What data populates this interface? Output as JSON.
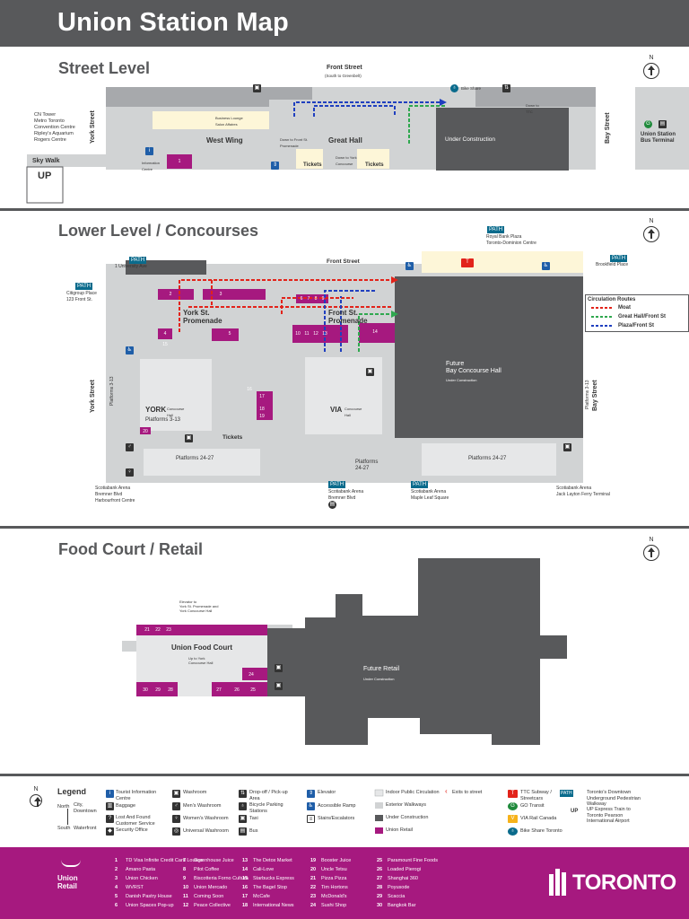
{
  "header": {
    "title": "Union Station Map"
  },
  "sections": {
    "street": "Street Level",
    "lower": "Lower Level / Concourses",
    "food": "Food Court / Retail"
  },
  "north": "N",
  "street": {
    "front_street": "Front Street",
    "front_street_sub": "(South to Greenbelt)",
    "york_street": "York Street",
    "bay_street": "Bay Street",
    "cn_tower": "CN Tower",
    "metro": "Metro Toronto",
    "convention": "Convention Centre",
    "ripleys": "Ripley's Aquarium",
    "rogers": "Rogers Centre",
    "sky_walk": "Sky Walk",
    "west_wing": "West Wing",
    "great_hall": "Great Hall",
    "under_construction": "Under Construction",
    "tickets_1": "Tickets",
    "tickets_2": "Tickets",
    "business_lounge": "Business Lounge\nSalon Affaires",
    "bike_share": "Bike Share",
    "union_station": "Union Station",
    "bus_terminal": "Bus Terminal",
    "information_centre": "Information\nCentre",
    "promenade_label": "Down to Front St.\nPromenade",
    "york_concourse": "Down to York\nConcourse",
    "down_ttc": "Down to\nTTC",
    "up_label": "UP",
    "number_1": "1"
  },
  "lower": {
    "front_street": "Front Street",
    "york_street": "York Street",
    "bay_street": "Bay Street",
    "one_university": "1 University Ave",
    "citigroup": "Citigroup Place\n123 Front St.",
    "royal_bank": "Royal Bank Plaza\nToronto-Dominion Centre",
    "brookfield": "Brookfield Place",
    "york_promenade": "York St.\nPromenade",
    "front_promenade": "Front St.\nPromenade",
    "york": "YORK",
    "york_sub": "Concourse\nHall",
    "via": "VIA",
    "via_sub": "Concourse\nHall",
    "platforms_3_13": "Platforms 3-13",
    "platforms_24_27_a": "Platforms 24-27",
    "platforms_24_27_b": "Platforms\n24-27",
    "platforms_24_27_c": "Platforms 24-27",
    "platforms_3_13_vert_a": "Platforms 3-13",
    "platforms_3_13_vert_b": "Platforms 3-13",
    "tickets": "Tickets",
    "future_bay": "Future\nBay Concourse Hall",
    "future_bay_sub": "Under Construction",
    "scotiabank_1": "Scotiabank Arena\nBremner Blvd\nHarbourfront Centre",
    "scotiabank_2": "Scotiabank Arena\nBremner Blvd",
    "scotiabank_3": "Scotiabank Arena\nMaple Leaf Square",
    "scotiabank_4": "Scotiabank Arena\nJack Layton Ferry Terminal",
    "path": "PATH",
    "routes_title": "Circulation Routes",
    "route_moat": "Moat",
    "route_great": "Great Hall/Front St",
    "route_plaza": "Plaza/Front St",
    "retail_nums": [
      "2",
      "3",
      "4",
      "5",
      "6",
      "7",
      "8",
      "9",
      "10",
      "11",
      "12",
      "13",
      "14",
      "15",
      "16",
      "17",
      "18",
      "19",
      "20"
    ]
  },
  "food": {
    "food_court": "Union Food Court",
    "future_retail": "Future Retail",
    "future_retail_sub": "Under Construction",
    "escalator_note": "Elevator to\nYork St. Promenade and\nYork Concourse Hall",
    "up_note": "Up to York\nConcourse Hall",
    "nums_top": [
      "21",
      "22",
      "23"
    ],
    "nums_bottom": [
      "30",
      "29",
      "28",
      "27",
      "26",
      "25"
    ],
    "num_24": "24"
  },
  "legend": {
    "title": "Legend",
    "north_word": "North",
    "south_word": "South",
    "city_downtown": "City,\nDowntown",
    "waterfront": "Waterfront",
    "col1": [
      "Tourist Information Centre",
      "Baggage",
      "Lost And Found Customer Service",
      "Security Office"
    ],
    "col2": [
      "Washroom",
      "Men's Washroom",
      "Women's Washroom",
      "Universal Washroom"
    ],
    "col3": [
      "Drop-off / Pick-up Area",
      "Bicycle Parking Stations",
      "Taxi",
      "Bus"
    ],
    "col4": [
      "Elevator",
      "Accessible Ramp",
      "Stairs/Escalators"
    ],
    "col5": [
      "Indoor Public Circulation",
      "Exterior Walkways",
      "Under Construction",
      "Union Retail"
    ],
    "col6": [
      "Exits to street"
    ],
    "col7": [
      "TTC Subway / Streetcars",
      "GO Transit",
      "VIA Rail Canada",
      "Bike Share Toronto"
    ],
    "col8": [
      "Toronto's Downtown Underground Pedestrian Walkway",
      "UP Express Train to Toronto Pearson International Airport"
    ]
  },
  "footer": {
    "union": "Union",
    "retail": "Retail",
    "toronto": "TORONTO",
    "stores": [
      [
        "1",
        "TD Visa Infinite Credit Card Lounge"
      ],
      [
        "2",
        "Amano Pasta"
      ],
      [
        "3",
        "Union Chicken"
      ],
      [
        "4",
        "WVRST"
      ],
      [
        "5",
        "Danish Pastry House"
      ],
      [
        "6",
        "Union Spaces Pop-up"
      ],
      [
        "7",
        "Greenhouse Juice"
      ],
      [
        "8",
        "Pilot Coffee"
      ],
      [
        "9",
        "Biscotteria Forno Cultura"
      ],
      [
        "10",
        "Union Mercado"
      ],
      [
        "11",
        "Coming Soon"
      ],
      [
        "12",
        "Peace Collective"
      ],
      [
        "13",
        "The Detox Market"
      ],
      [
        "14",
        "Cali-Love"
      ],
      [
        "15",
        "Starbucks Express"
      ],
      [
        "16",
        "The Bagel Stop"
      ],
      [
        "17",
        "McCafe"
      ],
      [
        "18",
        "International News"
      ],
      [
        "19",
        "Booster Juice"
      ],
      [
        "20",
        "Uncle Tetsu"
      ],
      [
        "21",
        "Pizza Pizza"
      ],
      [
        "22",
        "Tim Hortons"
      ],
      [
        "23",
        "McDonald's"
      ],
      [
        "24",
        "Sushi Shop"
      ],
      [
        "25",
        "Paramount Fine Foods"
      ],
      [
        "26",
        "Loaded Pierogi"
      ],
      [
        "27",
        "Shanghai 360"
      ],
      [
        "28",
        "Poyusode"
      ],
      [
        "29",
        "Scaccia"
      ],
      [
        "30",
        "Bangkok Bar"
      ]
    ]
  },
  "colors": {
    "header": "#58595b",
    "retail": "#a6197f",
    "moat": "#e2231a",
    "great_hall": "#2fa84f",
    "plaza": "#1f3fbf",
    "construction": "#58595b"
  }
}
